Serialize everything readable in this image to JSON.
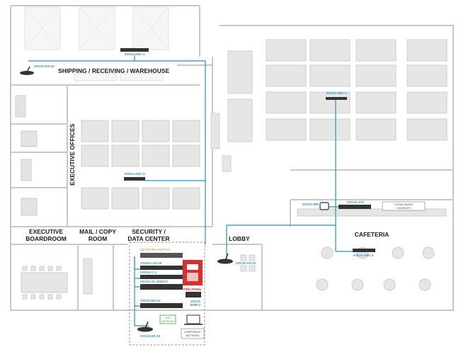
{
  "rooms": {
    "shipping": "SHIPPING / RECEIVING / WAREHOUSE",
    "executive_offices": "EXECUTIVE OFFICES",
    "boardroom_line1": "EXECUTIVE",
    "boardroom_line2": "BOARDROOM",
    "mail_line1": "MAIL / COPY",
    "mail_line2": "ROOM",
    "security_line1": "SECURITY /",
    "security_line2": "DATA CENTER",
    "lobby": "LOBBY",
    "cafeteria": "CAFETERIA"
  },
  "devices": {
    "anc_shipping": "VOCIA ANC-1",
    "ds_shipping": "VOCIA DS-10",
    "anc_office": "VOCIA ANC-1",
    "anc_exec": "VOCIA ANC-1",
    "wr1": "VOCIA WR-1",
    "vi8": "VOCIA VI-8",
    "anc_cafe": "VOCIA ANC-1",
    "ds_lobby": "VOCIA DS-10",
    "network_switch": "NETWORK SWITCH",
    "ls16": "VOCIA LS1-16",
    "c1": "VOCIA C-1",
    "va4300cv": "VOCIA VA-4300CV",
    "ms16": "VOCIA MS-1e",
    "ds_security": "VOCIA DS-10",
    "fire_panel": "FIRE PANEL",
    "ewr1_line1": "VOCIA",
    "ewr1_line2": "EWR-1",
    "local_audio_line1": "LOCAL AUDIO",
    "local_audio_line2": "SOURCES",
    "wifi_line1": "WIFI",
    "wifi_line2": "NETWORK",
    "corp_line1": "CORPORATE",
    "corp_line2": "NETWORK"
  },
  "colors": {
    "cable": "#2a8fc0",
    "wall": "#cfcfcf",
    "furniture": "#dcdcdc",
    "fire": "#d9302b",
    "orange": "#e08a2b",
    "green": "#3aa64a"
  }
}
